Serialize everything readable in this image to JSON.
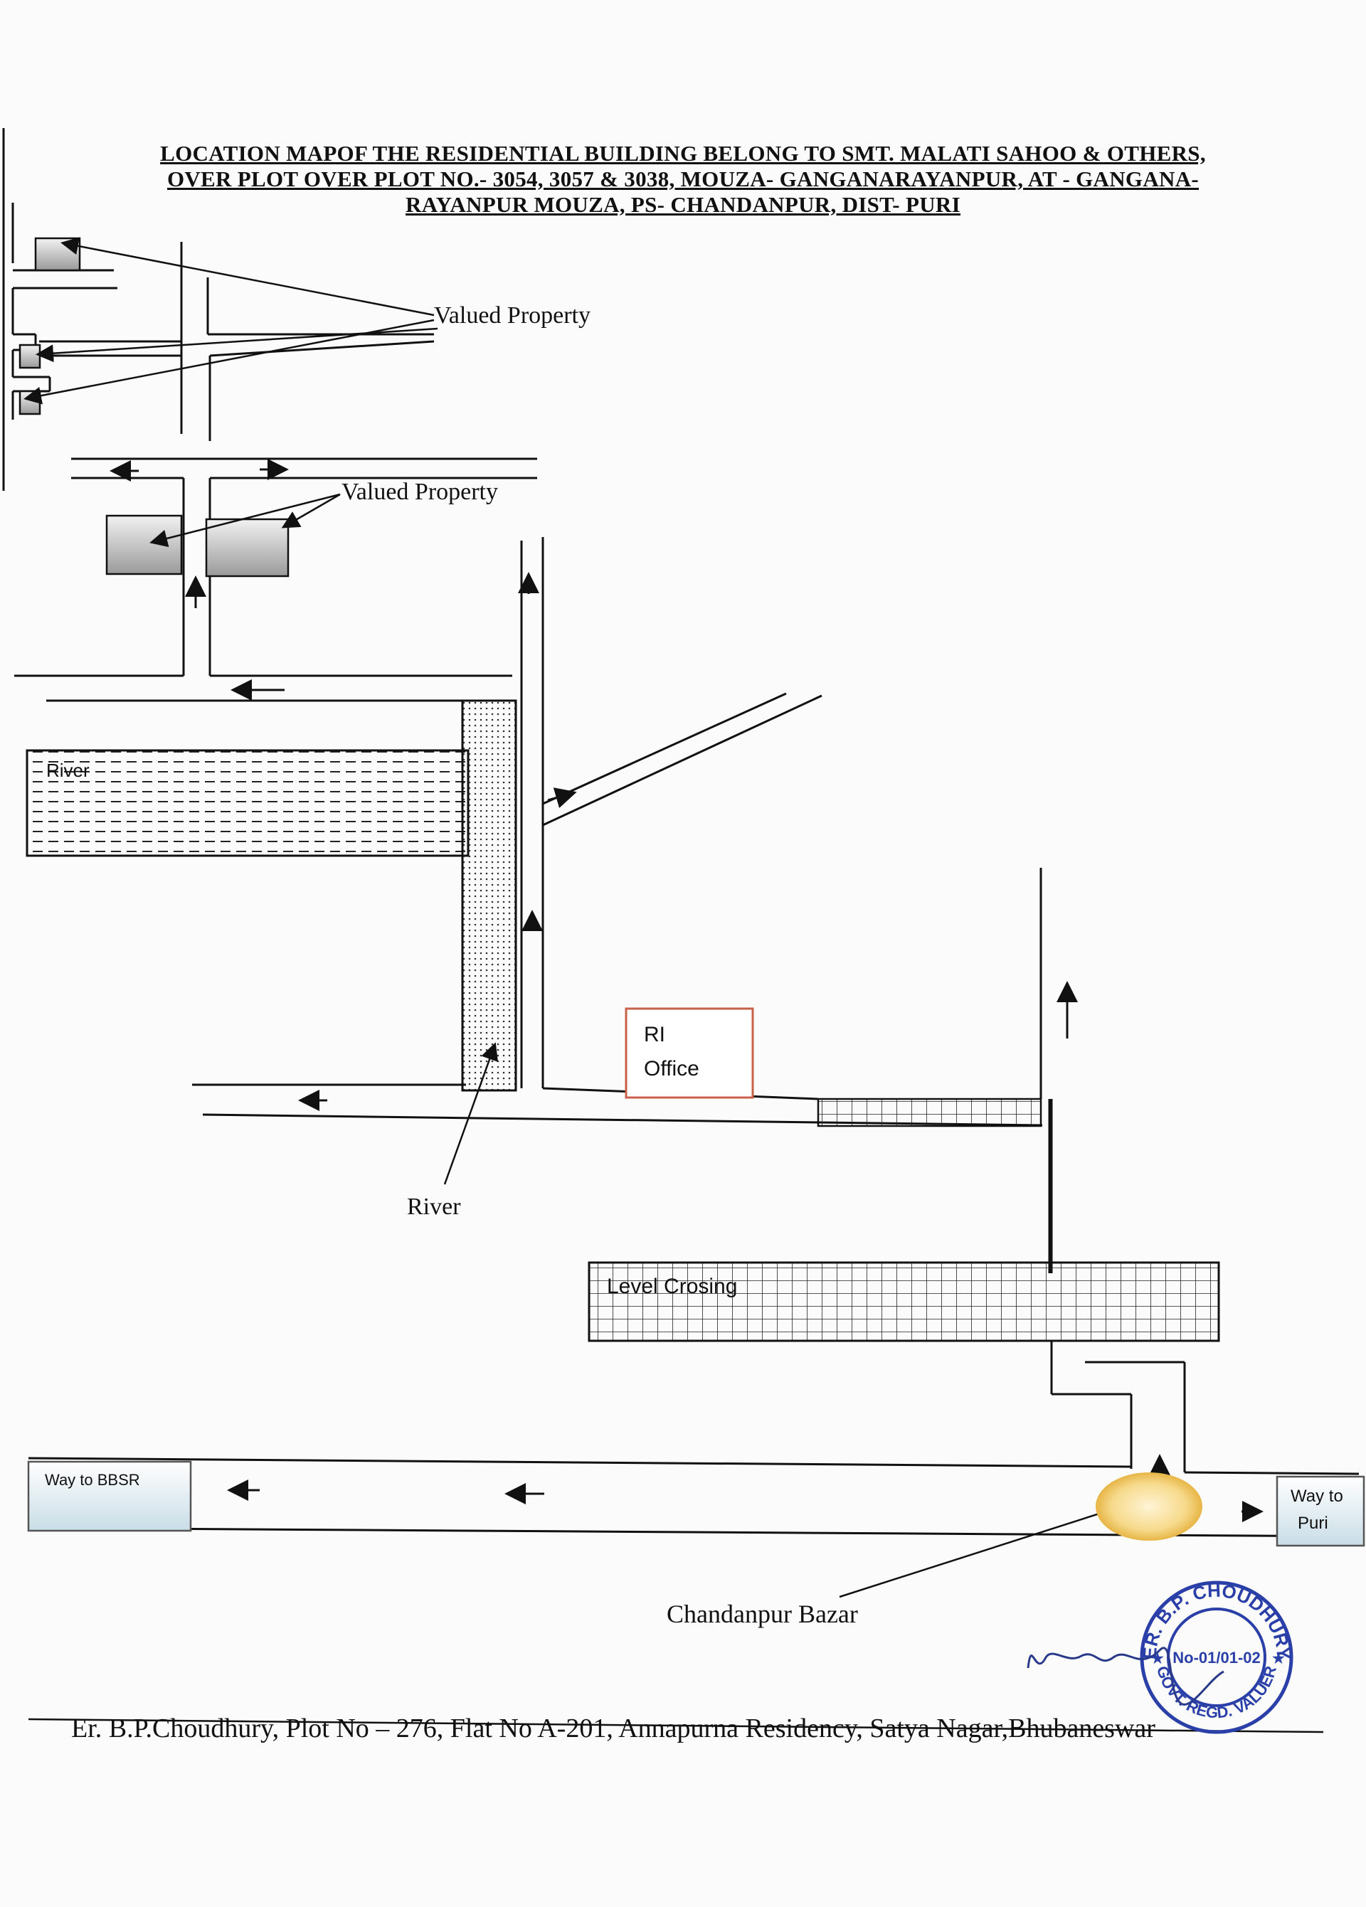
{
  "title": {
    "line1": "LOCATION MAPOF THE RESIDENTIAL BUILDING BELONG TO SMT. MALATI SAHOO & OTHERS,",
    "line2": "OVER PLOT OVER PLOT NO.- 3054, 3057 & 3038,  MOUZA- GANGANARAYANPUR, AT - GANGANA-",
    "line3": "RAYANPUR MOUZA, PS- CHANDANPUR, DIST- PURI"
  },
  "labels": {
    "valued_property_1": "Valued Property",
    "valued_property_2": "Valued Property",
    "river_left": "River",
    "river_bottom": "River",
    "ri_office_line1": "RI",
    "ri_office_line2": "Office",
    "level_crossing": "Level Crosing",
    "way_to_bbsr": "Way to BBSR",
    "way_to_puri_line1": "Way to",
    "way_to_puri_line2": "Puri",
    "chandanpur_bazar": "Chandanpur Bazar"
  },
  "stamp": {
    "name": "ER. B.P. CHOUDHURY",
    "number": "No-01/01-02",
    "designation": "GOVT. REGD. VALUER"
  },
  "footer": "Er. B.P.Choudhury, Plot No – 276, Flat No A-201, Annapurna Residency, Satya Nagar,Bhubaneswar",
  "colors": {
    "stamp_ink": "#2a3fa8",
    "bazar_highlight": "#f6d98a",
    "box_fill": "#dce9ef",
    "ri_office_border": "#c8604a"
  }
}
